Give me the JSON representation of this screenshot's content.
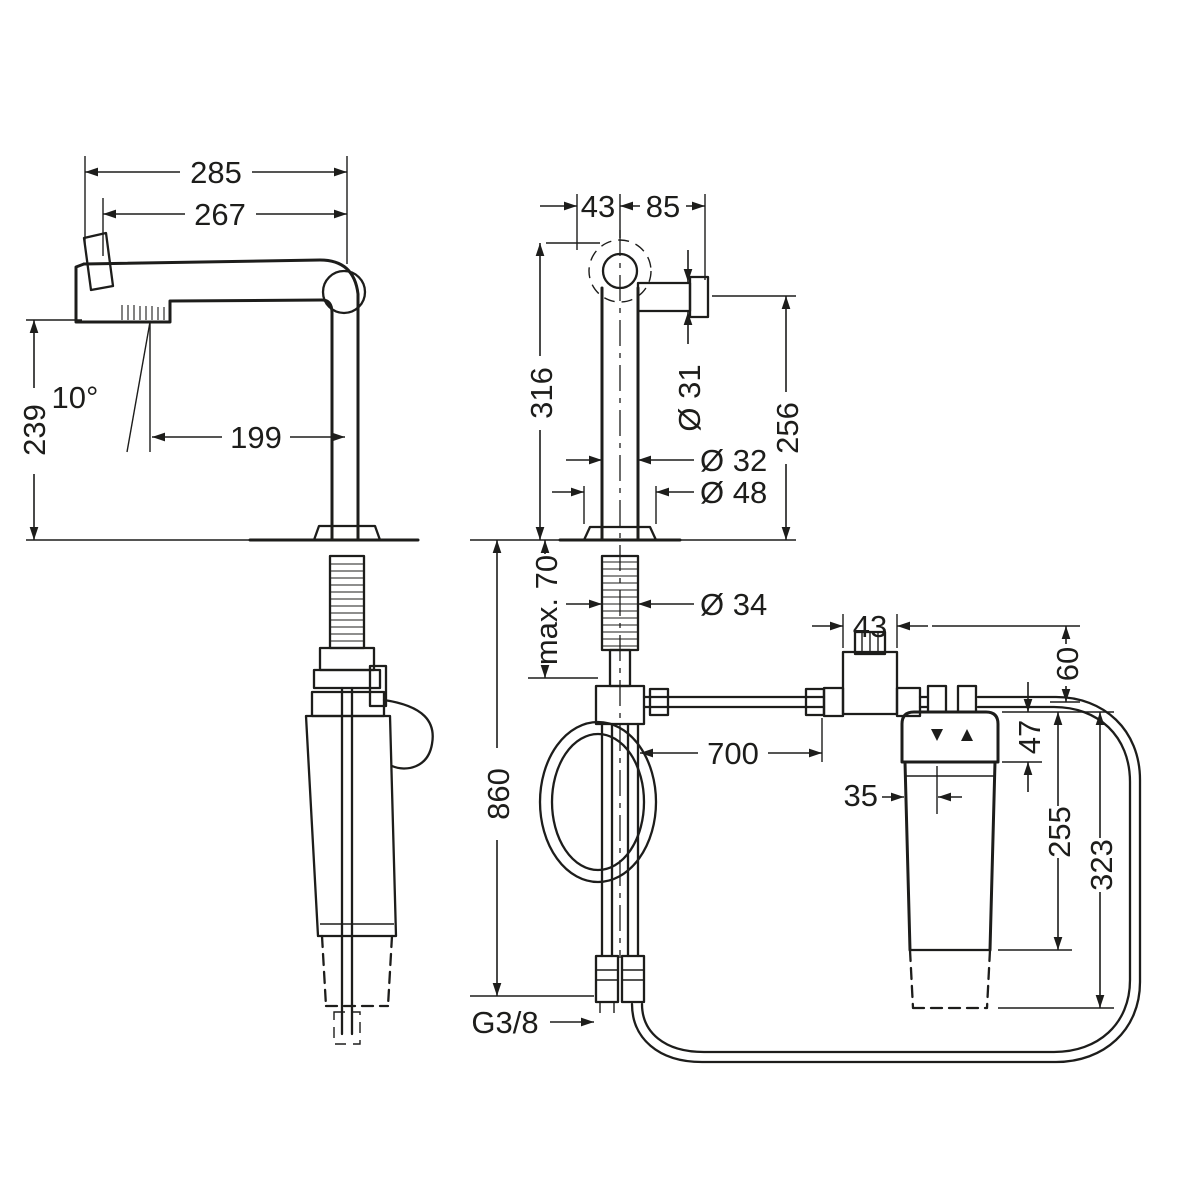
{
  "page": {
    "background": "#ffffff",
    "line_color": "#1d1d1b"
  },
  "side_view": {
    "overall_reach": "285",
    "spout_reach": "267",
    "spout_height": "239",
    "swivel_angle": "10°",
    "tip_to_axis": "199"
  },
  "front_view": {
    "center_offset": "43",
    "handle_length": "85",
    "outlet_height": "316",
    "handle_diameter": "Ø 31",
    "handle_height": "256",
    "body_diameter": "Ø 32",
    "base_diameter": "Ø 48",
    "shank_diameter": "Ø 34",
    "max_mounting_thickness": "max. 70",
    "hose_length_below": "860",
    "connection_thread": "G3/8"
  },
  "filter_unit": {
    "valve_width": "43",
    "valve_height": "60",
    "filter_head_height": "47",
    "hose_run_length": "700",
    "port_offset": "35",
    "cartridge_body_height": "255",
    "cartridge_total_height": "323"
  }
}
